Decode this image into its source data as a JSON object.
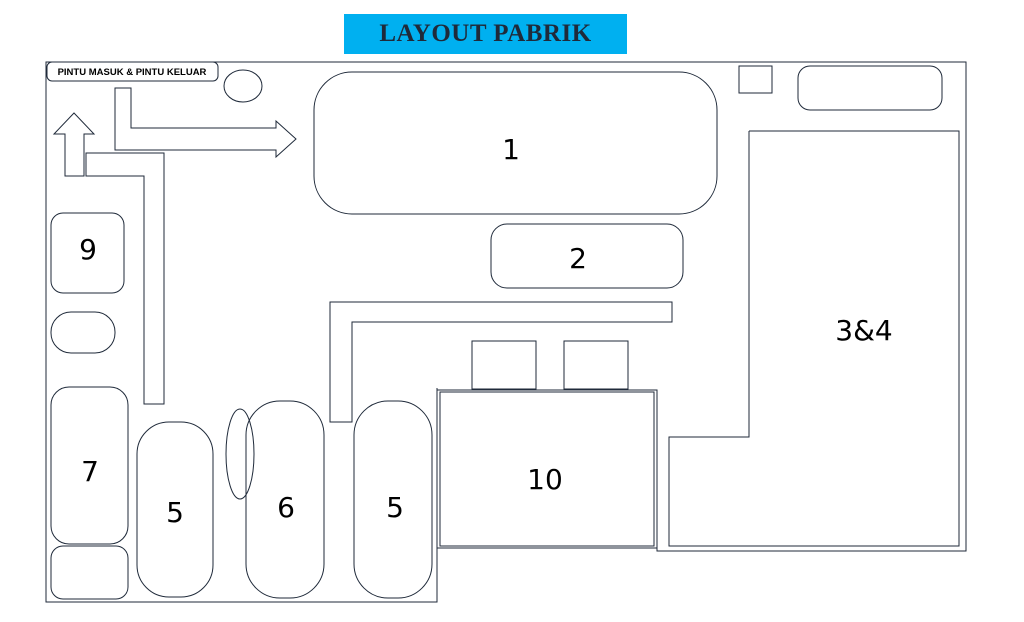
{
  "title": "LAYOUT PABRIK",
  "colors": {
    "title_bg": "#00b0f0",
    "line": "#1f2a3a"
  },
  "door_label": "PINTU MASUK & PINTU KELUAR",
  "zones": {
    "z1": "1",
    "z2": "2",
    "z34": "3&4",
    "z5a": "5",
    "z5b": "5",
    "z6": "6",
    "z7": "7",
    "z9": "9",
    "z10": "10"
  }
}
